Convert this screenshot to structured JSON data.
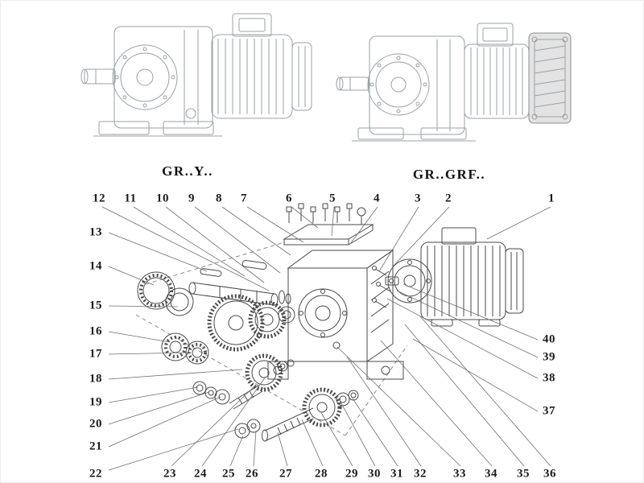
{
  "titles": {
    "left_model": "GR..Y..",
    "right_model": "GR..GRF.."
  },
  "callouts": {
    "top": [
      "12",
      "11",
      "10",
      "9",
      "8",
      "7",
      "6",
      "5",
      "4",
      "3",
      "2",
      "1"
    ],
    "left": [
      "13",
      "14",
      "15",
      "16",
      "17",
      "18",
      "19",
      "20",
      "21",
      "22"
    ],
    "bottom": [
      "23",
      "24",
      "25",
      "26",
      "27",
      "28",
      "29",
      "30",
      "31",
      "32",
      "33",
      "34",
      "35",
      "36"
    ],
    "right": [
      "40",
      "39",
      "38",
      "37"
    ]
  },
  "colors": {
    "line_art_light": "#9aa0a6",
    "line_art_dark": "#4a4a4a",
    "leader": "#6f6f6f",
    "text": "#1c1c1c"
  }
}
